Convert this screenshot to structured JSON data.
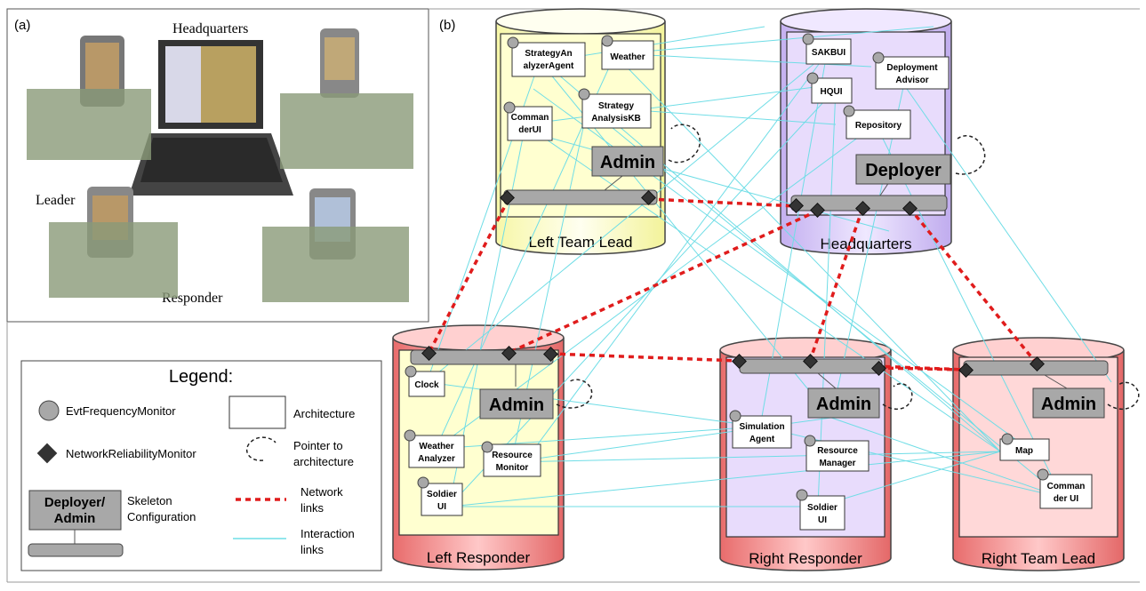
{
  "panel_a": {
    "label": "(a)",
    "headquarters": "Headquarters",
    "leader": "Leader",
    "responder": "Responder"
  },
  "panel_b": {
    "label": "(b)"
  },
  "nodes": {
    "left_team_lead": {
      "title": "Left Team Lead",
      "admin": "Admin",
      "components": [
        "StrategyAn alyzerAgent",
        "Weather",
        "Strategy AnalysisKB",
        "Comman derUI"
      ]
    },
    "headquarters": {
      "title": "Headquarters",
      "deployer": "Deployer",
      "components": [
        "SAKBUI",
        "Deployment Advisor",
        "HQUI",
        "Repository"
      ]
    },
    "left_responder": {
      "title": "Left Responder",
      "admin": "Admin",
      "components": [
        "Clock",
        "Weather Analyzer",
        "Resource Monitor",
        "Soldier UI"
      ]
    },
    "right_responder": {
      "title": "Right Responder",
      "admin": "Admin",
      "components": [
        "Simulation Agent",
        "Resource Manager",
        "Soldier UI"
      ]
    },
    "right_team_lead": {
      "title": "Right Team Lead",
      "admin": "Admin",
      "components": [
        "Map",
        "Comman der UI"
      ]
    }
  },
  "legend": {
    "title": "Legend:",
    "evt": "EvtFrequencyMonitor",
    "net": "NetworkReliabilityMonitor",
    "skeleton_box": "Deployer/ Admin",
    "skeleton": "Skeleton Configuration",
    "architecture": "Architecture",
    "pointer": "Pointer to architecture",
    "network": "Network links",
    "interaction": "Interaction links"
  },
  "colors": {
    "yellow": "#ffffc0",
    "purple": "#d8c8f8",
    "red": "#f08080",
    "gray": "#a8a8a8",
    "network": "#e02020",
    "interaction": "#70e0e8"
  }
}
